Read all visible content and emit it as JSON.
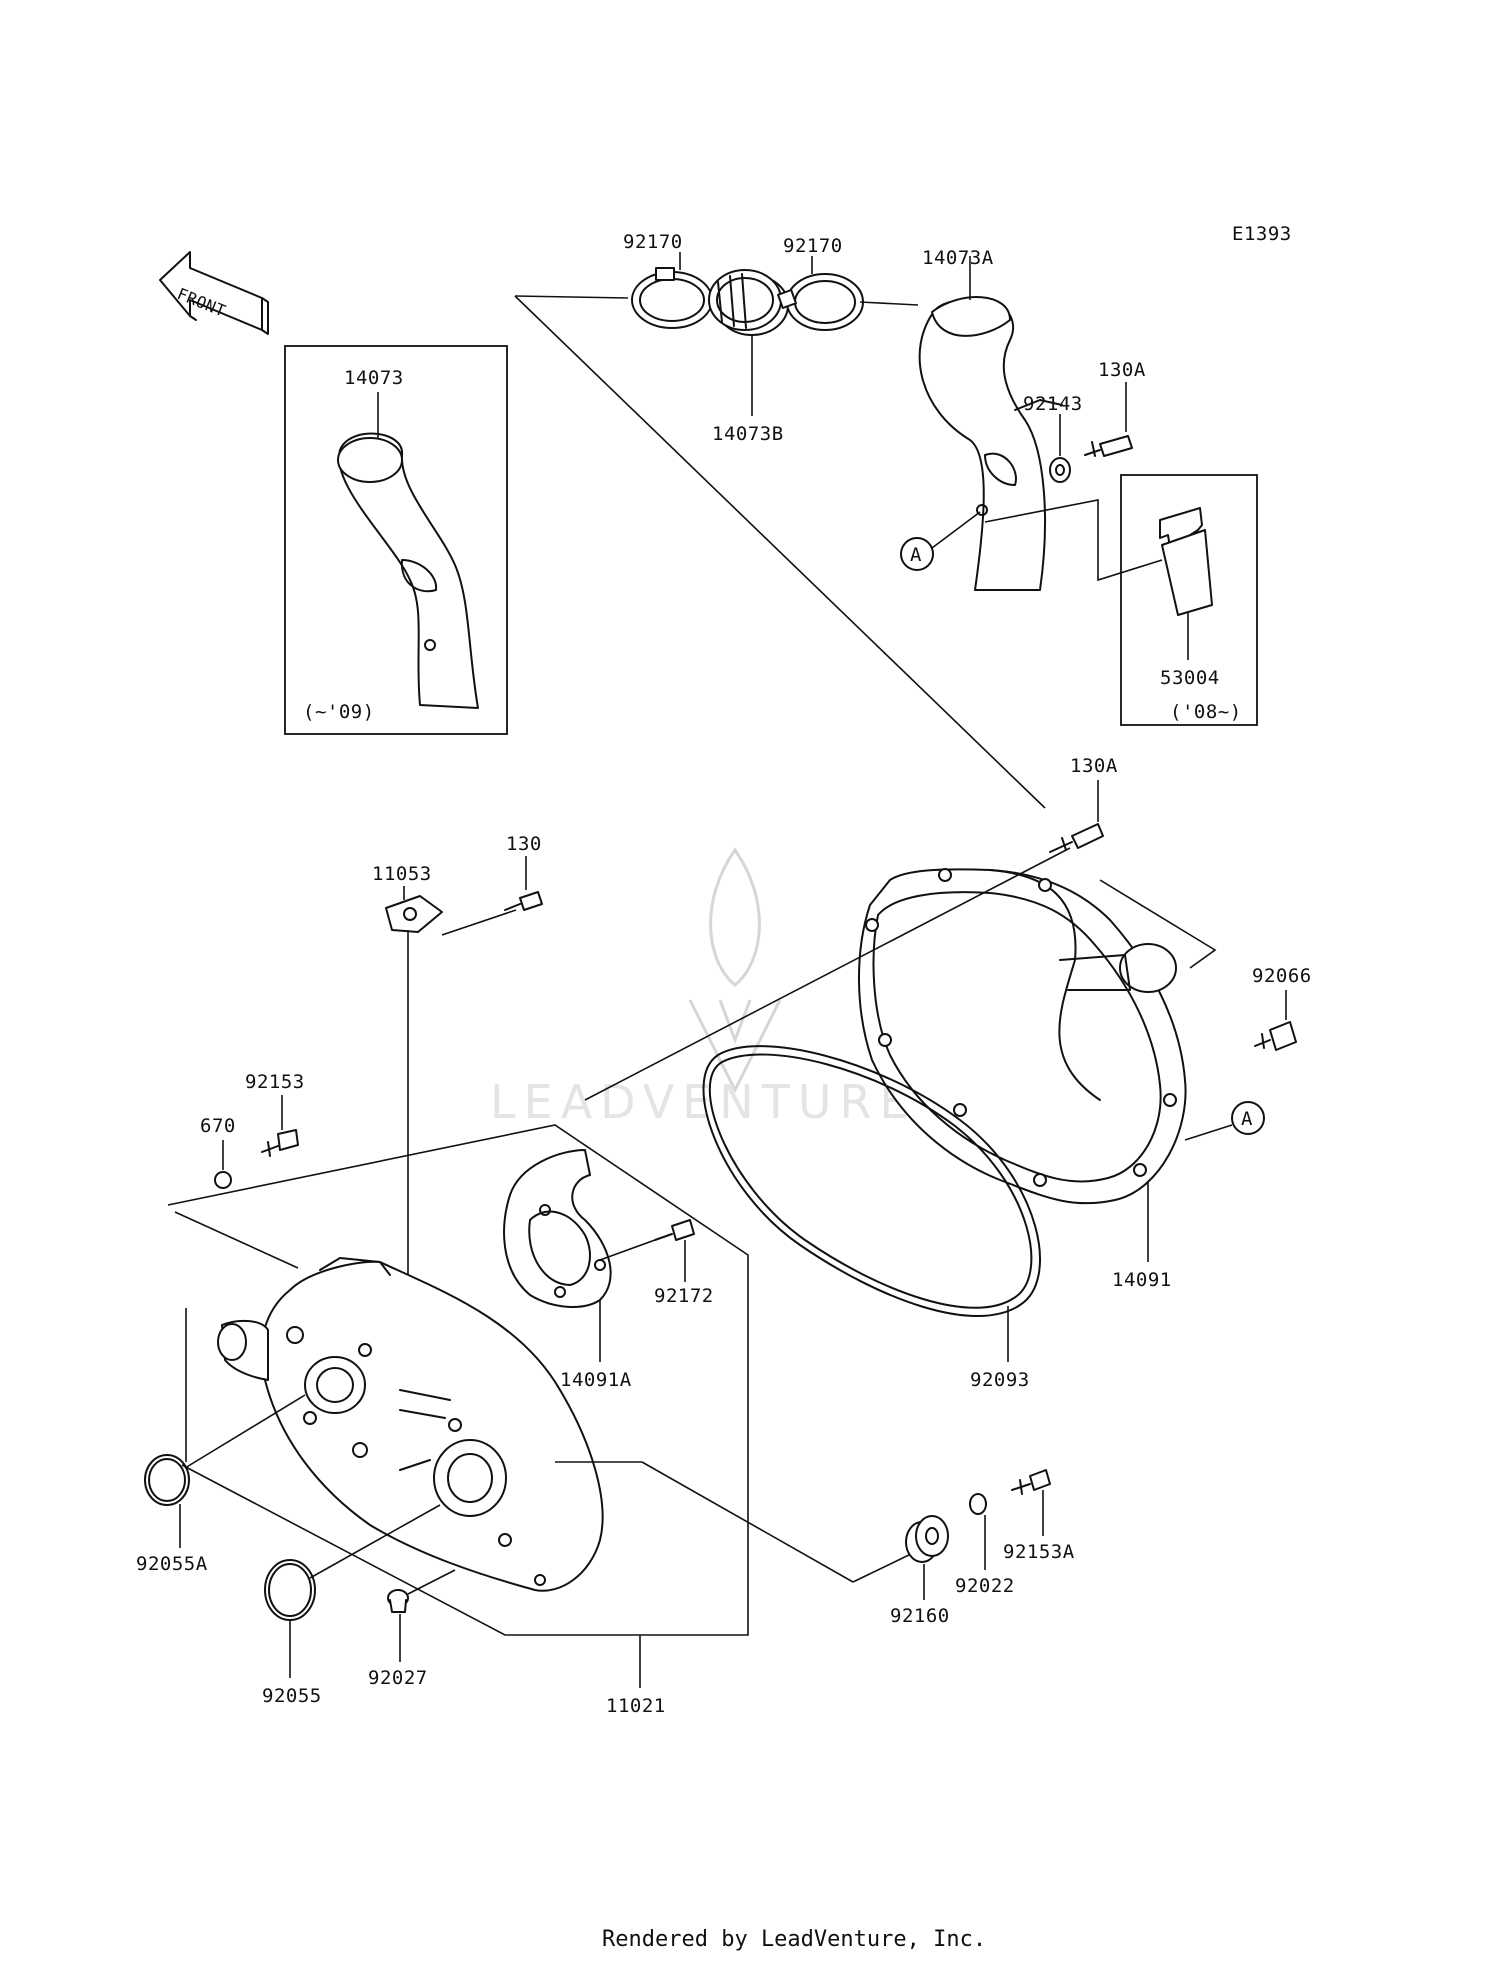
{
  "diagram_code": "E1393",
  "front_label": "FRONT",
  "watermark": "LEADVENTURE",
  "footer": "Rendered by LeadVenture, Inc.",
  "callout_letter": "A",
  "box_left_note": "(~'09)",
  "box_right_note": "('08~)",
  "parts": {
    "p92170a": "92170",
    "p92170b": "92170",
    "p14073A": "14073A",
    "p14073B": "14073B",
    "p14073": "14073",
    "p130A_top": "130A",
    "p92143": "92143",
    "p53004": "53004",
    "p130A": "130A",
    "p130": "130",
    "p11053": "11053",
    "p92066": "92066",
    "p92153": "92153",
    "p670": "670",
    "p92172": "92172",
    "p14091A": "14091A",
    "p14091": "14091",
    "p92093": "92093",
    "p92055A": "92055A",
    "p92055": "92055",
    "p92027": "92027",
    "p11021": "11021",
    "p92160": "92160",
    "p92022": "92022",
    "p92153A": "92153A"
  }
}
